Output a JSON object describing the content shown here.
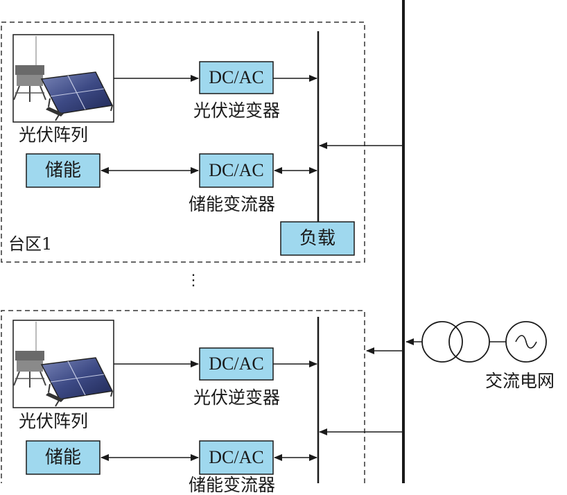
{
  "colors": {
    "box_fill": "#9fd8ee",
    "line": "#1a1a1a",
    "dashed_border": "#333333"
  },
  "icons": [
    "solar-panel-array-photo",
    "transformer-symbol",
    "ac-source-symbol"
  ],
  "zone1": {
    "label": "台区1",
    "pv_array_label": "光伏阵列",
    "pv_converter_box": "DC/AC",
    "pv_converter_label": "光伏逆变器",
    "storage_box": "储能",
    "storage_converter_box": "DC/AC",
    "storage_converter_label": "储能变流器",
    "load_box": "负载"
  },
  "zone2": {
    "pv_array_label": "光伏阵列",
    "pv_converter_box": "DC/AC",
    "pv_converter_label": "光伏逆变器",
    "storage_box": "储能",
    "storage_converter_box": "DC/AC",
    "storage_converter_label": "储能变流器"
  },
  "ellipsis": "⋮",
  "grid_label": "交流电网"
}
